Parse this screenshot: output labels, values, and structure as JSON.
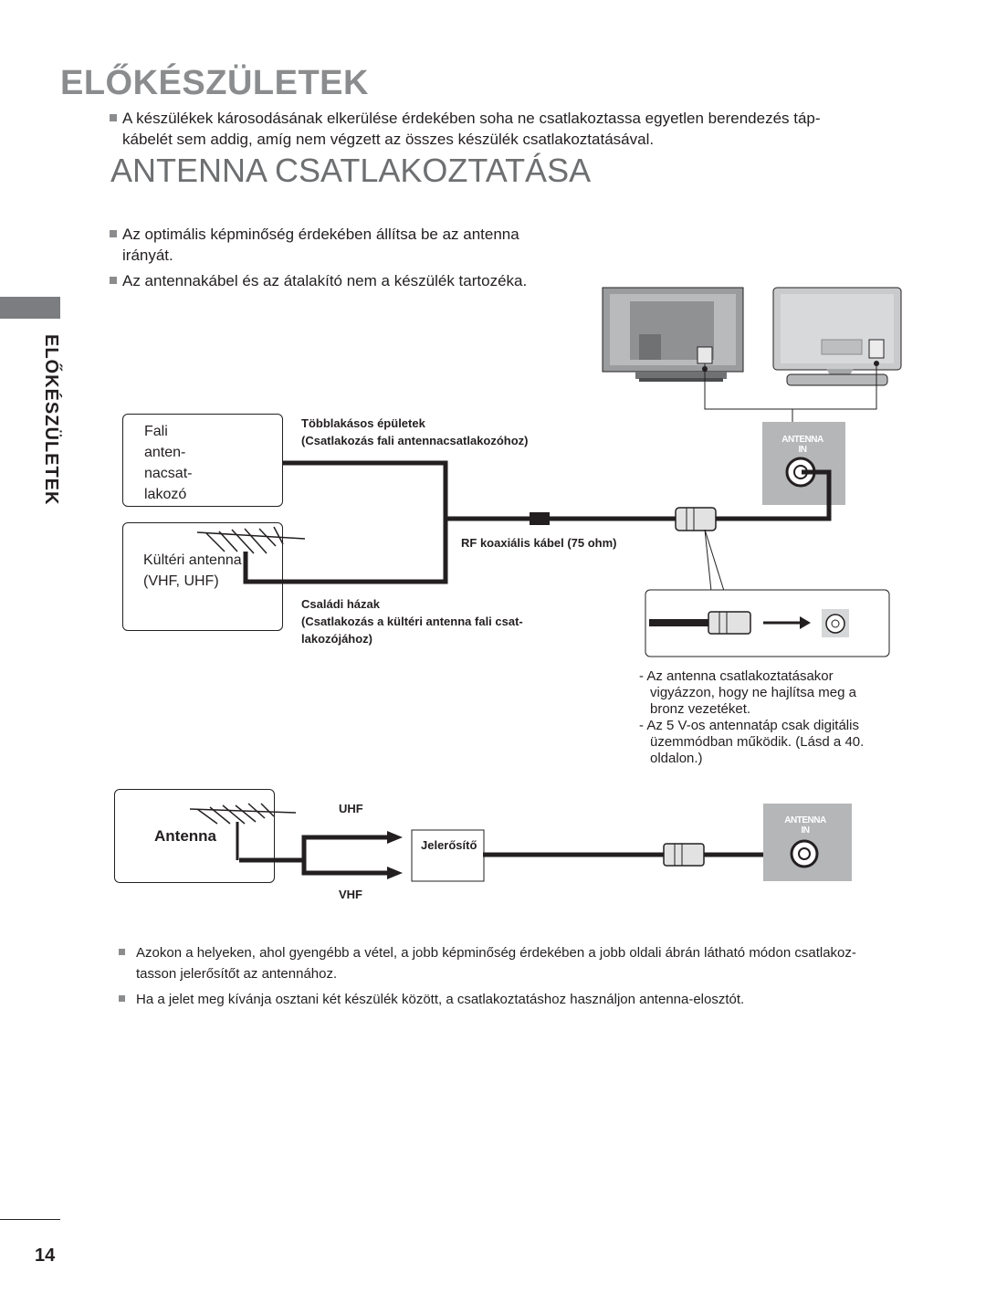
{
  "header": {
    "title": "ELŐKÉSZÜLETEK",
    "intro_line1": "A készülékek károsodásának elkerülése érdekében soha ne csatlakoztassa egyetlen berendezés táp-",
    "intro_line2": "kábelét sem addig, amíg nem végzett az összes készülék csatlakoztatásával."
  },
  "section": {
    "title": "ANTENNA CSATLAKOZTATÁSA",
    "bullet1_line1": "Az optimális képminőség érdekében állítsa be az antenna",
    "bullet1_line2": "irányát.",
    "bullet2": "Az antennakábel és az átalakító nem a készülék tartozéka."
  },
  "sidebar": {
    "label": "ELŐKÉSZÜLETEK"
  },
  "diagram1": {
    "wall_box_lines": [
      "Fali",
      "anten-",
      "nacsat-",
      "lakozó"
    ],
    "outdoor_box_line1": "Kültéri antenna",
    "outdoor_box_line2": "(VHF, UHF)",
    "multi_unit_line1": "Többlakásos épületek",
    "multi_unit_line2": "(Csatlakozás fali antennacsatlakozóhoz)",
    "cable_label": "RF koaxiális kábel (75 ohm)",
    "family_line1": "Családi házak",
    "family_line2": "(Csatlakozás a kültéri antenna fali csat-",
    "family_line3": "lakozójához)",
    "antenna_in_line1": "ANTENNA",
    "antenna_in_line2": "IN"
  },
  "notes": {
    "note1_line1": "- Az antenna csatlakoztatásakor",
    "note1_line2": "vigyázzon, hogy ne hajlítsa meg a",
    "note1_line3": "bronz vezetéket.",
    "note2_line1": "- Az 5 V-os antennatáp csak digitális",
    "note2_line2": "üzemmódban működik. (Lásd a 40.",
    "note2_line3": "oldalon.)"
  },
  "diagram2": {
    "antenna_label": "Antenna",
    "uhf": "UHF",
    "vhf": "VHF",
    "booster": "Jelerősítő",
    "antenna_in_line1": "ANTENNA",
    "antenna_in_line2": "IN"
  },
  "footer": {
    "bullet1_line1": "Azokon a helyeken, ahol gyengébb a vétel, a jobb képminőség érdekében a jobb oldali ábrán látható módon csatlakoz-",
    "bullet1_line2": "tasson jelerősítőt az antennához.",
    "bullet2": "Ha a jelet meg kívánja osztani két készülék között, a csatlakoztatáshoz használjon antenna-elosztót.",
    "page_number": "14"
  },
  "colors": {
    "title_gray": "#8a8c8e",
    "subtitle_gray": "#6d6f71",
    "panel_gray": "#b5b6b8",
    "cable": "#231f20"
  }
}
